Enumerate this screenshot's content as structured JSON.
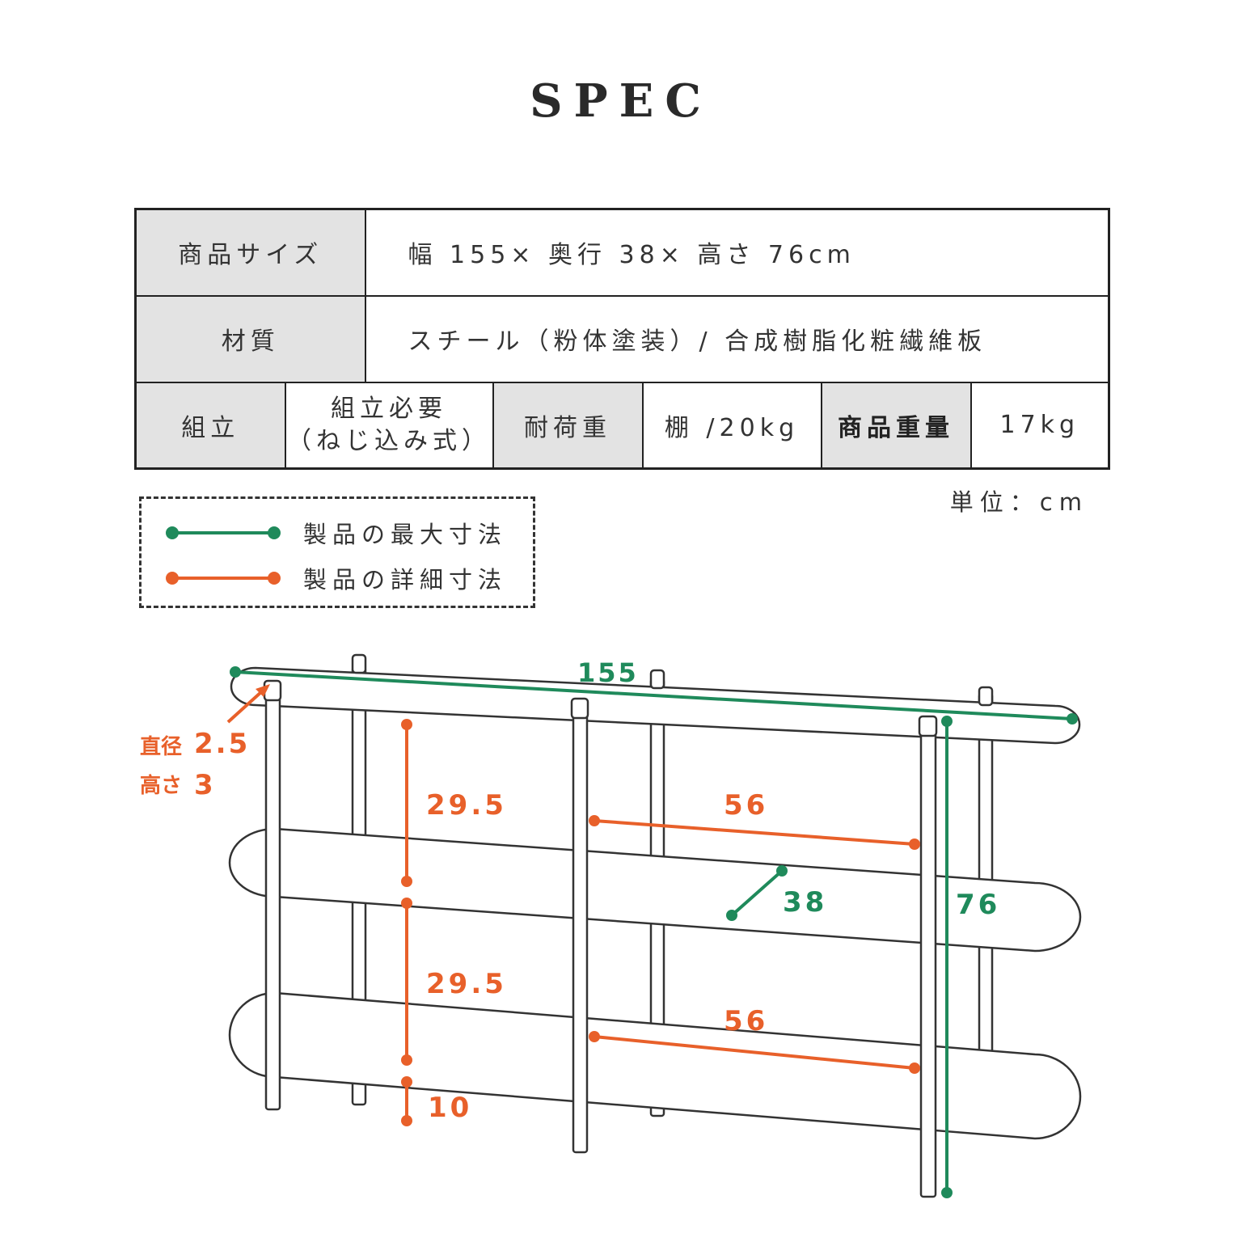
{
  "title": "SPEC",
  "spec_table": {
    "size_label": "商品サイズ",
    "size_value": "幅 155× 奥行 38× 高さ 76cm",
    "material_label": "材質",
    "material_value": "スチール（粉体塗装）/ 合成樹脂化粧繊維板",
    "assembly_label": "組立",
    "assembly_value_line1": "組立必要",
    "assembly_value_line2": "（ねじ込み式）",
    "load_label": "耐荷重",
    "load_value": "棚 /20kg",
    "weight_label": "商品重量",
    "weight_value": "17kg"
  },
  "unit": "単位：cm",
  "legend": {
    "max_label": "製品の最大寸法",
    "detail_label": "製品の詳細寸法"
  },
  "colors": {
    "max": "#1f8a5b",
    "detail": "#e8602a",
    "header_bg": "#e3e3e3",
    "outline": "#222222"
  },
  "dimensions": {
    "width": "155",
    "depth": "38",
    "height": "76",
    "shelf_gap_top": "29.5",
    "shelf_gap_mid": "29.5",
    "leg_height": "10",
    "inner_width_top": "56",
    "inner_width_bottom": "56",
    "pole_diameter_label": "直径",
    "pole_diameter": "2.5",
    "pole_height_label": "高さ",
    "pole_height": "3"
  }
}
